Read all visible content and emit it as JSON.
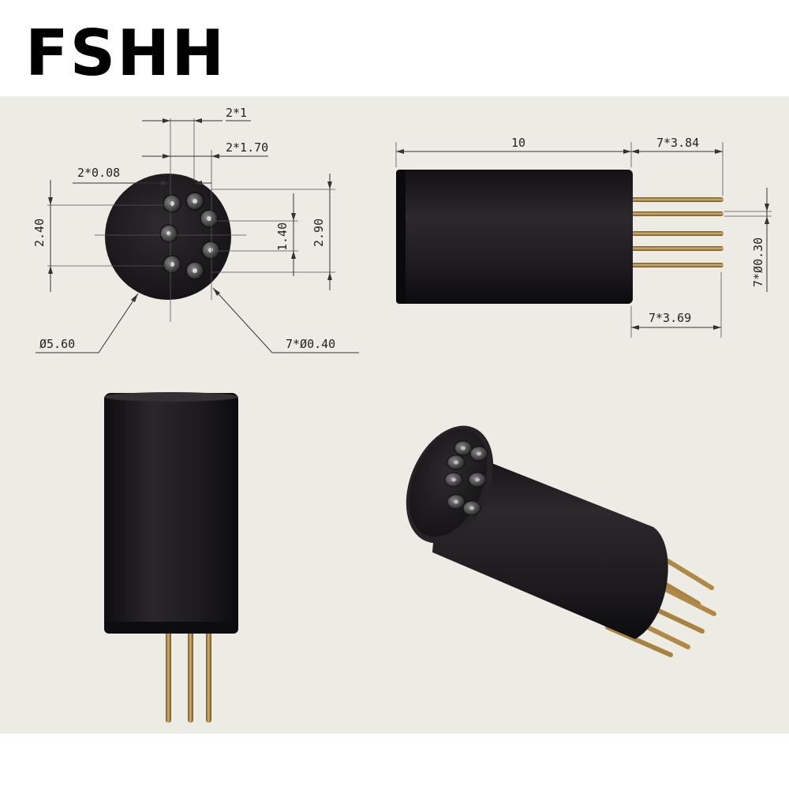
{
  "brand": {
    "logo_text": "FSHH"
  },
  "front_view": {
    "dims": {
      "pin_pitch_top": "2*1",
      "pin_pitch_mid": "2*1.70",
      "offset": "2*0.08",
      "height_left": "2.40",
      "spacing_inner": "1.40",
      "height_right": "2.90",
      "body_diameter": "Ø5.60",
      "pin_diameter": "7*Ø0.40"
    }
  },
  "side_view": {
    "dims": {
      "body_length": "10",
      "pin_length_top": "7*3.84",
      "pin_length_bottom": "7*3.69",
      "pin_tip_diameter": "7*Ø0.30"
    }
  },
  "colors": {
    "sheet": "#ecebe4",
    "body": "#1c1a1c",
    "pin": "#b08a45"
  }
}
